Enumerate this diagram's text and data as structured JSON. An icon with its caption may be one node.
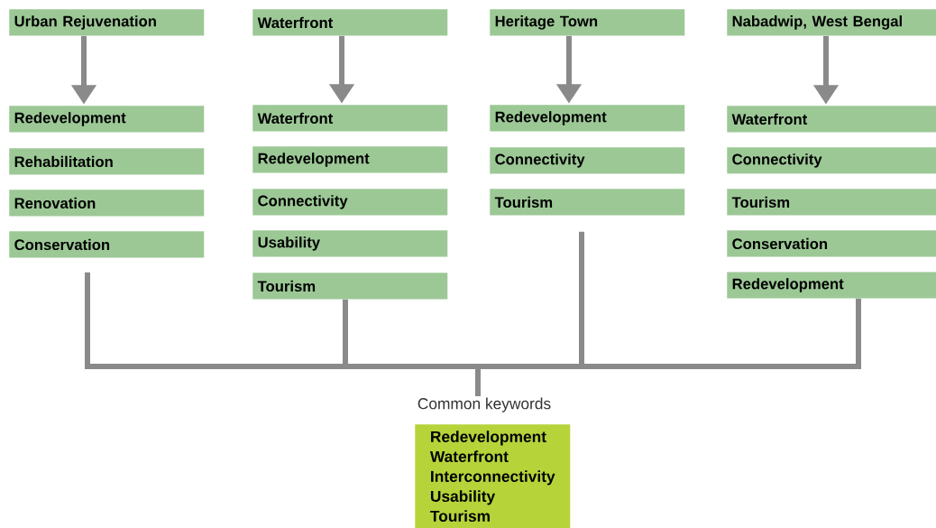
{
  "diagram": {
    "nodes": [
      {
        "text": [
          "Urban Rejuvenation"
        ]
      },
      {
        "text": [
          "Redevelopment"
        ]
      },
      {
        "text": [
          "Rehabilitation"
        ]
      },
      {
        "text": [
          "Renovation"
        ]
      },
      {
        "text": [
          "Conservation"
        ]
      },
      {
        "text": [
          "Waterfront"
        ]
      },
      {
        "text": [
          "Waterfront"
        ]
      },
      {
        "text": [
          "Redevelopment"
        ]
      },
      {
        "text": [
          "Connectivity"
        ]
      },
      {
        "text": [
          "Usability"
        ]
      },
      {
        "text": [
          "Tourism"
        ]
      },
      {
        "text": [
          "Heritage Town"
        ]
      },
      {
        "text": [
          "Redevelopment"
        ]
      },
      {
        "text": [
          "Connectivity"
        ]
      },
      {
        "text": [
          "Tourism"
        ]
      },
      {
        "text": [
          "Nabadwip, West Bengal"
        ]
      },
      {
        "text": [
          "Waterfront"
        ]
      },
      {
        "text": [
          "Connectivity"
        ]
      },
      {
        "text": [
          "Tourism"
        ]
      },
      {
        "text": [
          "Conservation"
        ]
      },
      {
        "text": [
          "Redevelopment"
        ]
      },
      {
        "text": [
          "Common keywords",
          "Redevelopment",
          "Waterfront",
          "Interconnectivity",
          "Usability",
          "Tourism"
        ]
      }
    ],
    "edges": [
      {
        "from": 0,
        "to": 1,
        "arrow": "to"
      },
      {
        "from": 5,
        "to": 6,
        "arrow": "to"
      },
      {
        "from": 11,
        "to": 12,
        "arrow": "to"
      },
      {
        "from": 15,
        "to": 16,
        "arrow": "to"
      },
      {
        "from": 4,
        "to": 21,
        "arrow": "none"
      },
      {
        "from": 10,
        "to": 21,
        "arrow": "none"
      },
      {
        "from": 14,
        "to": 21,
        "arrow": "none"
      },
      {
        "from": 20,
        "to": 21,
        "arrow": "none"
      }
    ]
  }
}
